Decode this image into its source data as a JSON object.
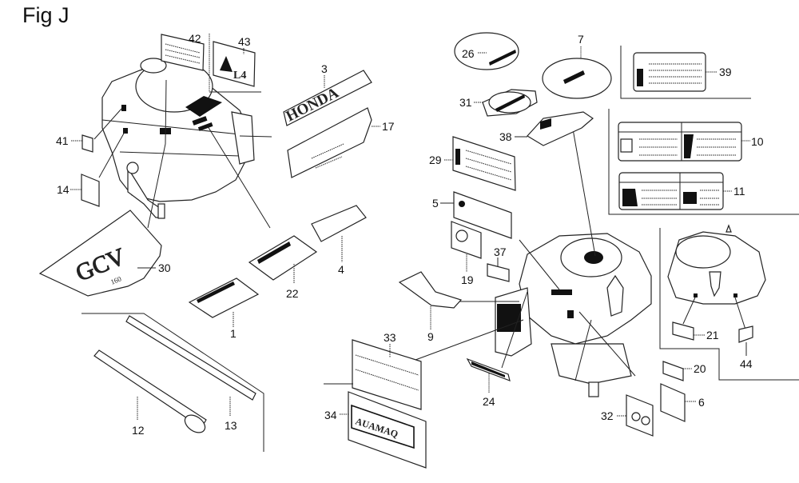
{
  "title": "Fig J",
  "callouts": [
    {
      "id": "42",
      "label": "42"
    },
    {
      "id": "43",
      "label": "43"
    },
    {
      "id": "3",
      "label": "3"
    },
    {
      "id": "17",
      "label": "17"
    },
    {
      "id": "41",
      "label": "41"
    },
    {
      "id": "14",
      "label": "14"
    },
    {
      "id": "30",
      "label": "30"
    },
    {
      "id": "22",
      "label": "22"
    },
    {
      "id": "4",
      "label": "4"
    },
    {
      "id": "1",
      "label": "1"
    },
    {
      "id": "12",
      "label": "12"
    },
    {
      "id": "13",
      "label": "13"
    },
    {
      "id": "26",
      "label": "26"
    },
    {
      "id": "7",
      "label": "7"
    },
    {
      "id": "31",
      "label": "31"
    },
    {
      "id": "38",
      "label": "38"
    },
    {
      "id": "29",
      "label": "29"
    },
    {
      "id": "5",
      "label": "5"
    },
    {
      "id": "19",
      "label": "19"
    },
    {
      "id": "37",
      "label": "37"
    },
    {
      "id": "9",
      "label": "9"
    },
    {
      "id": "33",
      "label": "33"
    },
    {
      "id": "34",
      "label": "34"
    },
    {
      "id": "24",
      "label": "24"
    },
    {
      "id": "32",
      "label": "32"
    },
    {
      "id": "39",
      "label": "39"
    },
    {
      "id": "10",
      "label": "10"
    },
    {
      "id": "11",
      "label": "11"
    },
    {
      "id": "21",
      "label": "21"
    },
    {
      "id": "44",
      "label": "44"
    },
    {
      "id": "20",
      "label": "20"
    },
    {
      "id": "6",
      "label": "6"
    }
  ],
  "decal_text": {
    "honda": "HONDA",
    "gcv": "GCV",
    "gcv_model": "160"
  }
}
